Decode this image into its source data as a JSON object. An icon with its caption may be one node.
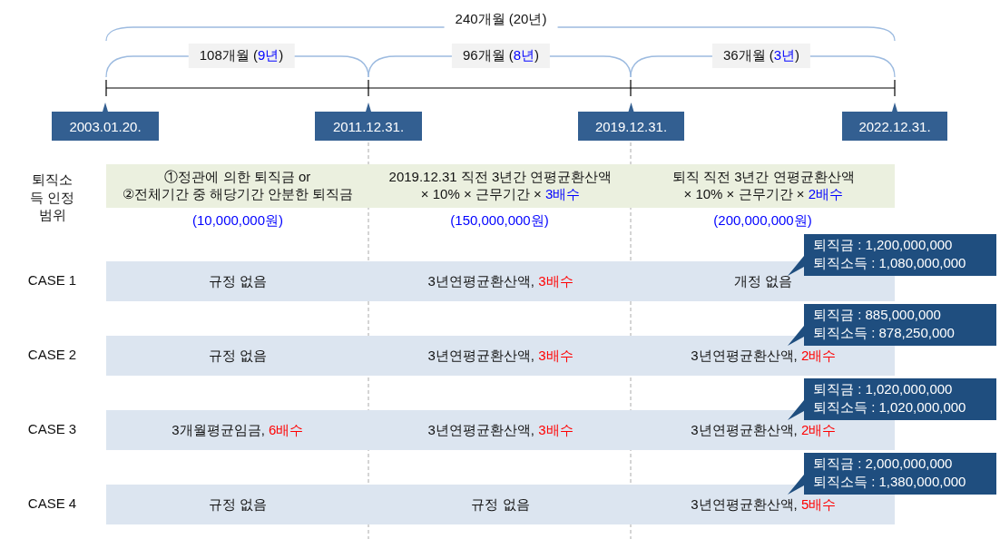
{
  "diagram": {
    "nodes": [
      {
        "text": [
          "240개월 (20년)"
        ]
      },
      {
        "text": [
          "108개월 (**9년**)"
        ]
      },
      {
        "text": [
          "96개월 (**8년**)"
        ]
      },
      {
        "text": [
          "36개월 (**3년**)"
        ]
      },
      {
        "text": [
          "2003.01.20."
        ]
      },
      {
        "text": [
          "2011.12.31."
        ]
      },
      {
        "text": [
          "2019.12.31."
        ]
      },
      {
        "text": [
          "2022.12.31."
        ]
      },
      {
        "text": [
          "①정관에 의한 퇴직금 or ②전체기간 중 해당기간 안분한 퇴직금",
          "2019.12.31 직전 3년간 연평균환산액 × 10% × 근무기간 × **3배수**",
          "퇴직 직전 3년간 연평균환산액 × 10% × 근무기간 × **2배수**"
        ]
      },
      {
        "text": [
          "규정 없음",
          "3년연평균환산액, **3배수**",
          "개정 없음"
        ]
      },
      {
        "text": [
          "규정 없음",
          "3년연평균환산액, **3배수**",
          "3년연평균환산액, **2배수**"
        ]
      },
      {
        "text": [
          "3개월평균임금, **6배수**",
          "3년연평균환산액, **3배수**",
          "3년연평균환산액, **2배수**"
        ]
      },
      {
        "text": [
          "규정 없음",
          "규정 없음",
          "3년연평균환산액, **5배수**"
        ]
      },
      {
        "text": [
          "퇴직금 : 1,200,000,000",
          "퇴직소득 : 1,080,000,000"
        ]
      },
      {
        "text": [
          "퇴직금 : 885,000,000",
          "퇴직소득 : 878,250,000"
        ]
      },
      {
        "text": [
          "퇴직금 : 1,020,000,000",
          "퇴직소득 : 1,020,000,000"
        ]
      },
      {
        "text": [
          "퇴직금 : 2,000,000,000",
          "퇴직소득 : 1,380,000,000"
        ]
      }
    ],
    "labels": [
      "퇴직소득 인정범위",
      "(10,000,000원)",
      "(150,000,000원)",
      "(200,000,000원)",
      "CASE 1",
      "CASE 2",
      "CASE 3",
      "CASE 4"
    ]
  }
}
